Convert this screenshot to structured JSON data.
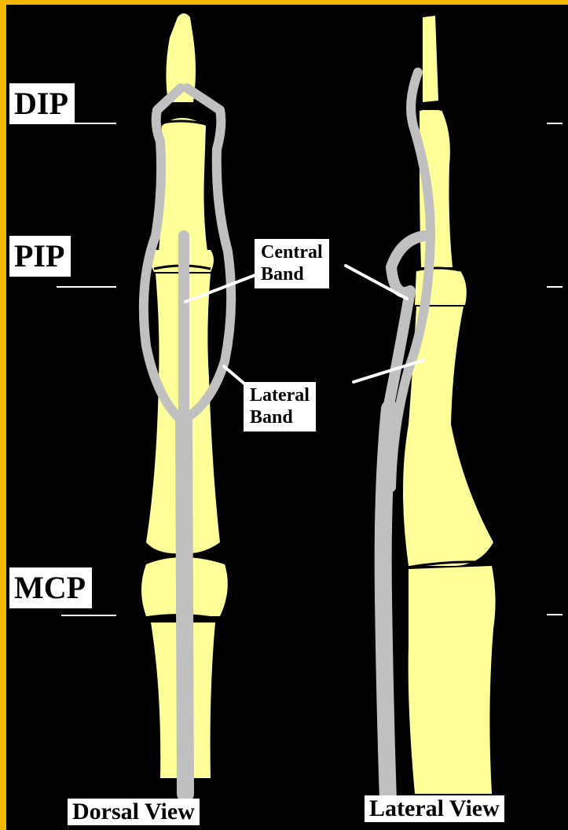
{
  "joints": {
    "dip": "DIP",
    "pip": "PIP",
    "mcp": "MCP"
  },
  "bands": {
    "central": "Central\nBand",
    "lateral": "Lateral\nBand"
  },
  "views": {
    "dorsal": "Dorsal View",
    "lateral": "Lateral View"
  },
  "colors": {
    "frame": "#f5b800",
    "bone": "#ffff99",
    "tendon": "#c0c0c0",
    "background": "#000000",
    "label_bg": "#ffffff"
  }
}
